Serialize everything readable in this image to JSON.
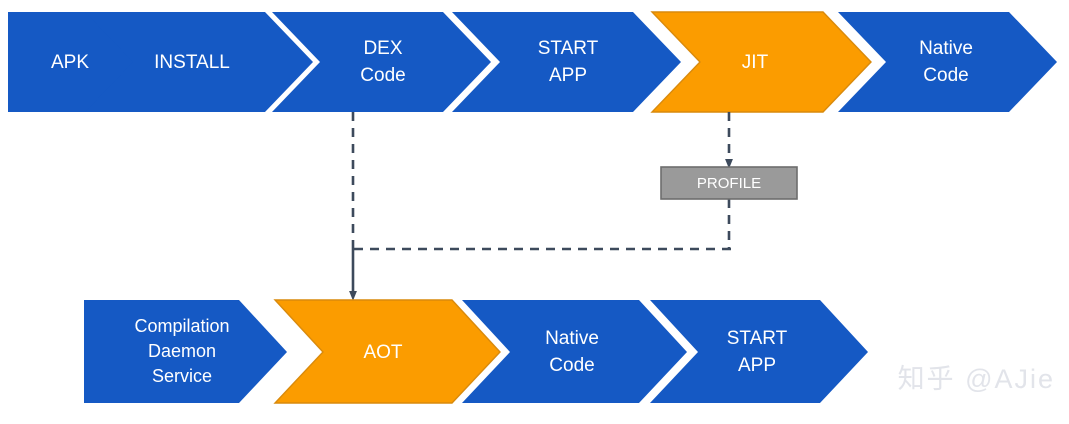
{
  "colors": {
    "blue": "#1559c4",
    "orange": "#fb9c00",
    "orange_stroke": "#d98a0c",
    "profile_fill": "#9a9a9a",
    "profile_stroke": "#6d6d6d",
    "connector": "#3d4a5c",
    "label_text": "#ffffff",
    "background": "#ffffff",
    "watermark_text": "#e2e4ea"
  },
  "top_row": {
    "name": "top-pipeline",
    "steps": [
      {
        "id": "apk",
        "label_line1": "APK",
        "label_line2": "",
        "color": "blue"
      },
      {
        "id": "install",
        "label_line1": "INSTALL",
        "label_line2": "",
        "color": "blue"
      },
      {
        "id": "dex-code",
        "label_line1": "DEX",
        "label_line2": "Code",
        "color": "blue"
      },
      {
        "id": "start-app",
        "label_line1": "START",
        "label_line2": "APP",
        "color": "blue"
      },
      {
        "id": "jit",
        "label_line1": "JIT",
        "label_line2": "",
        "color": "orange"
      },
      {
        "id": "native-code",
        "label_line1": "Native",
        "label_line2": "Code",
        "color": "blue"
      }
    ]
  },
  "bottom_row": {
    "name": "bottom-pipeline",
    "steps": [
      {
        "id": "compilation-daemon-service",
        "label_line1": "Compilation",
        "label_line2": "Daemon",
        "label_line3": "Service",
        "color": "blue"
      },
      {
        "id": "aot",
        "label_line1": "AOT",
        "label_line2": "",
        "label_line3": "",
        "color": "orange"
      },
      {
        "id": "native-code-2",
        "label_line1": "Native",
        "label_line2": "Code",
        "label_line3": "",
        "color": "blue"
      },
      {
        "id": "start-app-2",
        "label_line1": "START",
        "label_line2": "APP",
        "label_line3": "",
        "color": "blue"
      }
    ]
  },
  "profile_box": {
    "label": "PROFILE"
  },
  "connectors": [
    {
      "id": "dex-to-aot",
      "style": "dashed-then-solid",
      "from": "dex-code",
      "to": "aot"
    },
    {
      "id": "jit-to-profile",
      "style": "dashed-arrow",
      "from": "jit",
      "to": "profile"
    },
    {
      "id": "profile-to-aot",
      "style": "dashed",
      "from": "profile",
      "to": "aot"
    }
  ],
  "watermark": {
    "text": "知乎 @AJie"
  }
}
